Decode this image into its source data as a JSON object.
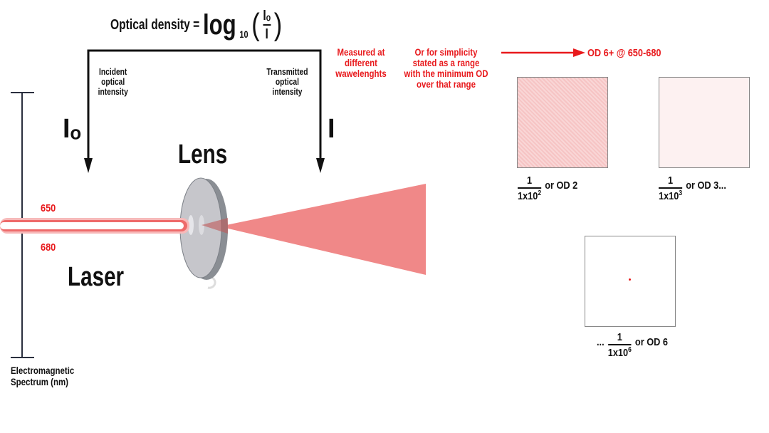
{
  "formula": {
    "label": "Optical density =",
    "log": "log",
    "base": "10",
    "numerator": "Iₒ",
    "denominator": "I"
  },
  "bracket": {
    "left_label": "Incident\noptical\nintensity",
    "right_label": "Transmitted\noptical\nintensity",
    "left_symbol": "Iₒ",
    "right_symbol": "I"
  },
  "annotations": {
    "measured": "Measured at\ndifferent\nwawelenghts",
    "simplicity": "Or for simplicity\nstated as a range\nwith the minimum OD\nover that range",
    "result": "OD 6+ @ 650-680"
  },
  "labels": {
    "lens": "Lens",
    "laser": "Laser",
    "wavelength_top": "650",
    "wavelength_bottom": "680",
    "axis": "Electromagnetic\nSpectrum (nm)"
  },
  "od_examples": [
    {
      "numerator": "1",
      "denominator_base": "1x10",
      "exponent": "2",
      "prefix": "",
      "suffix": "or OD 2",
      "density": "dense"
    },
    {
      "numerator": "1",
      "denominator_base": "1x10",
      "exponent": "3",
      "prefix": "",
      "suffix": "or OD 3...",
      "density": "light"
    },
    {
      "numerator": "1",
      "denominator_base": "1x10",
      "exponent": "6",
      "prefix": "...",
      "suffix": "or OD 6",
      "density": "dot"
    }
  ],
  "colors": {
    "accent_red": "#e8191c",
    "beam_cone": "#f08888",
    "lens_gray": "#c4c4c8",
    "lens_edge": "#8a8e94"
  }
}
